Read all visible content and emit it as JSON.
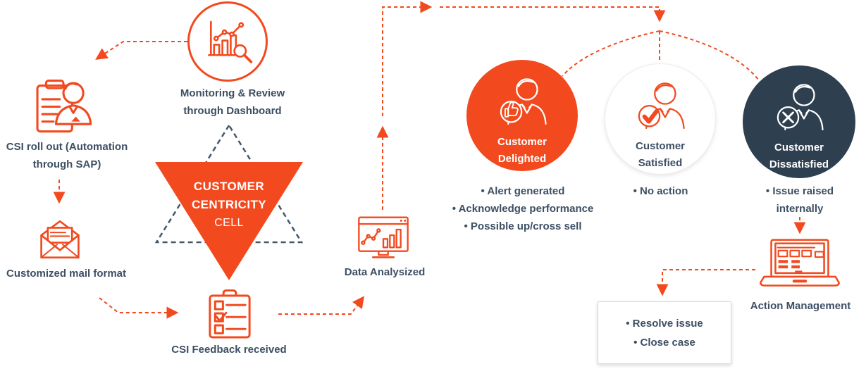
{
  "colors": {
    "orange": "#F2491E",
    "slate_text": "#3D4F63",
    "dark_circle": "#2E3F50",
    "white": "#FFFFFF"
  },
  "triangle": {
    "line1": "CUSTOMER",
    "line2": "CENTRICITY",
    "line3": "CELL"
  },
  "labels": {
    "csi_rollout": {
      "line1": "CSI roll out (Automation",
      "line2": "through SAP)"
    },
    "monitoring": {
      "line1": "Monitoring & Review",
      "line2": "through Dashboard"
    },
    "mail": "Customized mail format",
    "feedback": "CSI Feedback received",
    "data_analyzed": "Data Analysized",
    "action_management": "Action Management"
  },
  "outcomes": [
    {
      "id": "delighted",
      "line1": "Customer",
      "line2": "Delighted",
      "bullets": [
        "Alert generated",
        "Acknowledge performance",
        "Possible up/cross sell"
      ]
    },
    {
      "id": "satisfied",
      "line1": "Customer",
      "line2": "Satisfied",
      "bullets": [
        "No action"
      ]
    },
    {
      "id": "dissatisfied",
      "line1": "Customer",
      "line2": "Dissatisfied",
      "bullets": [
        "Issue raised internally"
      ]
    }
  ],
  "resolution_box": {
    "bullets": [
      "Resolve issue",
      "Close case"
    ]
  },
  "icons": {
    "csi_rollout": "person-clipboard-icon",
    "monitoring": "chart-search-icon",
    "mail": "open-envelope-icon",
    "feedback": "checklist-icon",
    "data_analyzed": "monitor-chart-icon",
    "delighted": "person-thumbs-up-icon",
    "satisfied": "person-check-icon",
    "dissatisfied": "person-x-icon",
    "action_management": "laptop-dashboard-icon"
  }
}
